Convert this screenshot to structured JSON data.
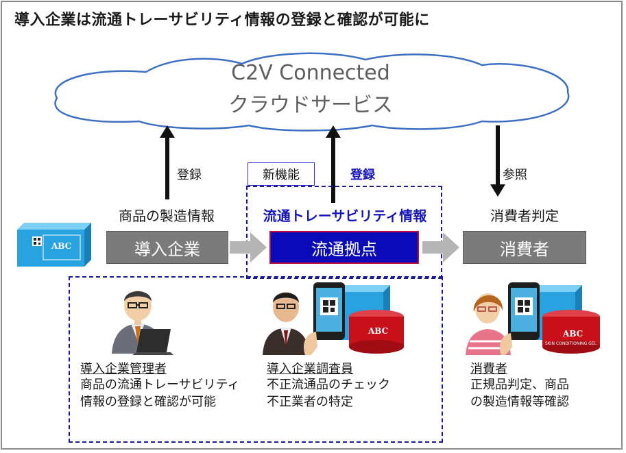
{
  "title": "導入企業は流通トレーサビリティ情報の登録と確認が可能に",
  "cloud": {
    "line1": "C2V Connected",
    "line2": "クラウドサービス"
  },
  "arrows": {
    "left_label": "登録",
    "middle_label": "登録",
    "right_label": "参照"
  },
  "new_feature_badge": "新機能",
  "nodes": {
    "company": {
      "caption": "商品の製造情報",
      "label": "導入企業"
    },
    "distribution": {
      "caption": "流通トレーサビリティ情報",
      "label": "流通拠点"
    },
    "consumer": {
      "caption": "消費者判定",
      "label": "消費者"
    }
  },
  "product_brand": "ABC",
  "product_tagline": "SKIN CONDITIONING GEL",
  "roles": {
    "admin": {
      "title": "導入企業管理者",
      "lines": [
        "商品の流通トレーサビリティ",
        "情報の登録と確認が可能"
      ]
    },
    "investigator": {
      "title": "導入企業調査員",
      "lines": [
        "不正流通品のチェック",
        "不正業者の特定"
      ]
    },
    "consumer": {
      "title": "消費者",
      "lines": [
        "正規品判定、商品",
        "の製造情報等確認"
      ]
    }
  },
  "colors": {
    "accent_blue": "#0a0ab8",
    "highlight_text": "#1515b8",
    "gray_box": "#7b7b7b",
    "cloud_stroke": "#3d6fc4",
    "product_blue": "#29a3e0",
    "jar_red": "#c8101a"
  }
}
